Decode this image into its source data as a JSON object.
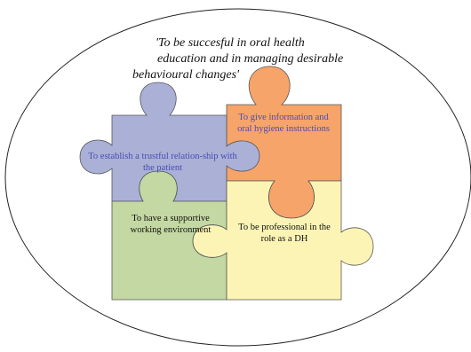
{
  "diagram": {
    "quote_lines": [
      "'To be succesful in oral health",
      "education and in managing desirable",
      "behavioural changes'"
    ],
    "pieces": [
      {
        "id": "trust",
        "color": "#aab0d6",
        "text_color": "#4a4db3",
        "lines": [
          "To establish a trustful relation-ship with",
          "the patient"
        ]
      },
      {
        "id": "info",
        "color": "#f6a46a",
        "text_color": "#4a4db3",
        "lines": [
          "To give information and",
          "oral hygiene instructions"
        ]
      },
      {
        "id": "environment",
        "color": "#c3d8a2",
        "text_color": "#111111",
        "lines": [
          "To have a supportive",
          "working environment"
        ]
      },
      {
        "id": "professional",
        "color": "#fcf4b4",
        "text_color": "#111111",
        "lines": [
          "To be professional in the",
          "role as a DH"
        ]
      }
    ]
  }
}
